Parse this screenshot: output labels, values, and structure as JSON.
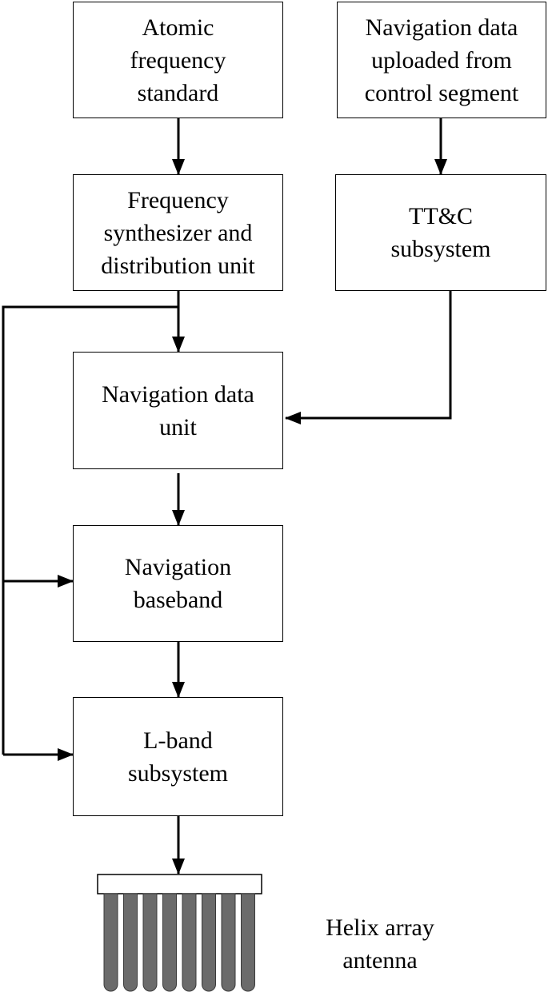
{
  "boxes": {
    "atomic_clock": [
      "Atomic",
      "frequency",
      "standard"
    ],
    "nav_upload": [
      "Navigation data",
      "uploaded from",
      "control segment"
    ],
    "synthesizer": [
      "Frequency",
      "synthesizer and",
      "distribution unit"
    ],
    "ttc": [
      "TT&C",
      "subsystem"
    ],
    "nav_data_unit": [
      "Navigation data",
      "unit"
    ],
    "baseband": [
      "Navigation",
      "baseband"
    ],
    "lband": [
      "L-band",
      "subsystem"
    ]
  },
  "antenna_caption": [
    "Helix array",
    "antenna"
  ],
  "colors": {
    "line": "#000000",
    "helix": "#6b6b6b",
    "box_border": "#000000"
  }
}
